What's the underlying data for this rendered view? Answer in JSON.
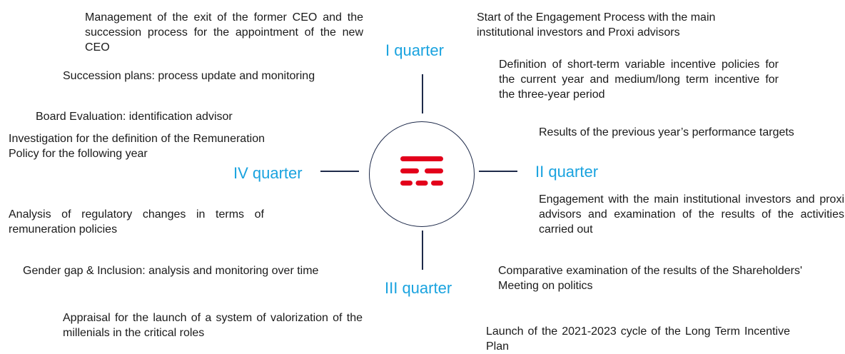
{
  "quarters": {
    "q1": "I quarter",
    "q2": "II quarter",
    "q3": "III quarter",
    "q4": "IV quarter"
  },
  "left_items": [
    "Management of the exit of the former CEO and the succession process for the appointment of the new CEO",
    "Succession plans: process update and monitoring",
    "Board Evaluation: identification advisor",
    "Investigation for the definition of the Remuneration Policy for the following year",
    "Analysis of regulatory changes in terms of remuneration policies",
    "Gender gap & Inclusion: analysis and monitoring over time",
    "Appraisal for the launch of a system of valorization of the millenials in the critical roles"
  ],
  "right_items": [
    "Start of the Engagement Process with the main institutional investors and Proxi advisors",
    "Definition of short-term variable incentive policies for the current year and medium/long term incentive for the three-year period",
    "Results of the previous year’s performance targets",
    "Engagement with the main institutional investors and proxi advisors and examination of the results of the activities carried out",
    "Comparative examination of the results of the Shareholders' Meeting on politics",
    "Launch of the 2021-2023 cycle of the Long Term Incentive Plan"
  ],
  "colors": {
    "quarter_label": "#1aa3df",
    "logo": "#e3001b",
    "lines": "#1e2a4a"
  },
  "center_icon": "tim-logo-icon"
}
